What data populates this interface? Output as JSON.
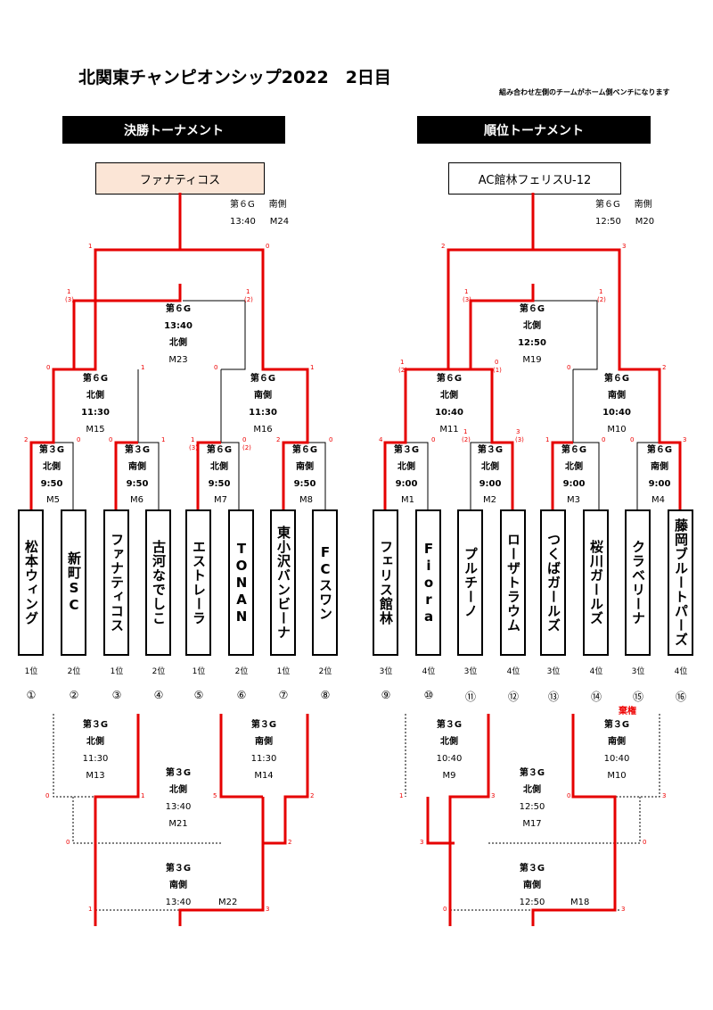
{
  "title": "北関東チャンピオンシップ2022　2日目",
  "note": "組み合わせ左側のチームがホーム側ベンチになります",
  "left_header": "決勝トーナメント",
  "right_header": "順位トーナメント",
  "left_champion": "ファナティコス",
  "right_champion": "AC館林フェリスU-12",
  "teams": [
    {
      "name": "松本ウィング",
      "rank": "1位",
      "num": "①"
    },
    {
      "name": "新町SC",
      "rank": "2位",
      "num": "②"
    },
    {
      "name": "ファナティコス",
      "rank": "1位",
      "num": "③"
    },
    {
      "name": "古河なでしこ",
      "rank": "2位",
      "num": "④"
    },
    {
      "name": "エストレーラ",
      "rank": "1位",
      "num": "⑤"
    },
    {
      "name": "TONAN",
      "rank": "2位",
      "num": "⑥"
    },
    {
      "name": "東小沢バンビーナ",
      "rank": "1位",
      "num": "⑦"
    },
    {
      "name": "FCスワン",
      "rank": "2位",
      "num": "⑧"
    },
    {
      "name": "フェリス館林",
      "rank": "3位",
      "num": "⑨"
    },
    {
      "name": "Fiora",
      "rank": "4位",
      "num": "⑩"
    },
    {
      "name": "プルチーノ",
      "rank": "3位",
      "num": "⑪"
    },
    {
      "name": "ローザトラウム",
      "rank": "4位",
      "num": "⑫"
    },
    {
      "name": "つくばガールズ",
      "rank": "3位",
      "num": "⑬"
    },
    {
      "name": "桜川ガールズ",
      "rank": "4位",
      "num": "⑭"
    },
    {
      "name": "クラベリーナ",
      "rank": "3位",
      "num": "⑮"
    },
    {
      "name": "藤岡ブルートパーズ",
      "rank": "4位",
      "num": "⑯"
    }
  ],
  "forfeit": "棄権",
  "matches": {
    "m5": [
      "第３G",
      "北側",
      "9:50",
      "M5"
    ],
    "m6": [
      "第３G",
      "南側",
      "9:50",
      "M6"
    ],
    "m7": [
      "第６G",
      "北側",
      "9:50",
      "M7"
    ],
    "m8": [
      "第６G",
      "南側",
      "9:50",
      "M8"
    ],
    "m1": [
      "第３G",
      "北側",
      "9:00",
      "M1"
    ],
    "m2": [
      "第３G",
      "北側",
      "9:00",
      "M2"
    ],
    "m3": [
      "第６G",
      "北側",
      "9:00",
      "M3"
    ],
    "m4": [
      "第６G",
      "南側",
      "9:00",
      "M4"
    ],
    "m15": [
      "第６G",
      "北側",
      "11:30",
      "M15"
    ],
    "m16": [
      "第６G",
      "南側",
      "11:30",
      "M16"
    ],
    "m11": [
      "第６G",
      "北側",
      "10:40",
      "M11"
    ],
    "m10": [
      "第６G",
      "南側",
      "10:40",
      "M10"
    ],
    "m23": [
      "第６G",
      "13:40",
      "北側",
      "M23"
    ],
    "m19": [
      "第６G",
      "北側",
      "12:50",
      "M19"
    ],
    "m24": [
      "第６G",
      "南側",
      "13:40",
      "M24"
    ],
    "m20": [
      "第６G",
      "南側",
      "12:50",
      "M20"
    ],
    "m13": [
      "第３G",
      "北側",
      "11:30",
      "M13"
    ],
    "m14": [
      "第３G",
      "南側",
      "11:30",
      "M14"
    ],
    "m21": [
      "第３G",
      "北側",
      "13:40",
      "M21"
    ],
    "m22": [
      "第３G",
      "南側",
      "13:40",
      "M22"
    ],
    "m9": [
      "第３G",
      "北側",
      "10:40",
      "M9"
    ],
    "m10b": [
      "第３G",
      "南側",
      "10:40",
      "M10"
    ],
    "m17": [
      "第３G",
      "北側",
      "12:50",
      "M17"
    ],
    "m18": [
      "第３G",
      "南側",
      "12:50",
      "M18"
    ]
  },
  "scores": {
    "m5": [
      "2",
      "0"
    ],
    "m6": [
      "0",
      "1"
    ],
    "m7": [
      "1",
      "0"
    ],
    "m8": [
      "2",
      "0"
    ],
    "m1": [
      "4",
      "0"
    ],
    "m2": [
      "1",
      "3"
    ],
    "m3": [
      "1",
      "0"
    ],
    "m4": [
      "0",
      "3"
    ],
    "m7_pk": [
      "(3)",
      "(2)"
    ],
    "m2_pk": [
      "(2)",
      "(3)"
    ],
    "m15": [
      "0",
      "1"
    ],
    "m16": [
      "0",
      "1"
    ],
    "m11": [
      "1",
      "0"
    ],
    "m10": [
      "0",
      "2"
    ],
    "m11_pk": [
      "(2)",
      "(1)"
    ],
    "m23": [
      "1",
      "1"
    ],
    "m23_pk": [
      "(3)",
      "(2)"
    ],
    "m19": [
      "1",
      "1"
    ],
    "m19_pk": [
      "(3)",
      "(2)"
    ],
    "m24": [
      "1",
      "0"
    ],
    "m20": [
      "2",
      "3"
    ],
    "m13": [
      "0",
      "1"
    ],
    "m14": [
      "5",
      "2"
    ],
    "m21": [
      "0",
      "2"
    ],
    "m22": [
      "1",
      "3"
    ],
    "m9": [
      "1",
      "3"
    ],
    "m10b": [
      "0",
      "3"
    ],
    "m17": [
      "3",
      "0"
    ],
    "m18": [
      "0",
      "3"
    ]
  },
  "colors": {
    "winner_line": "#e60000",
    "champion_bg": "#fbe5d6"
  }
}
